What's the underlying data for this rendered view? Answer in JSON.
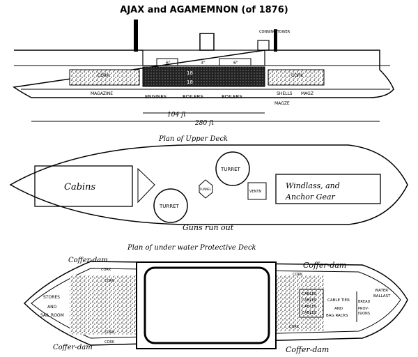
{
  "title": "AJAX and AGAMEMNON (of 1876)",
  "profile": {
    "conning_tower": "CONNING TOWER",
    "cork_left": "CORK",
    "cork_right": "CORK",
    "magazine": "MAGAZINE",
    "engines": "ENGINES",
    "boilers1": "BOILERS",
    "boilers2": "BOILERS",
    "shells": "SHELLS",
    "magz": "MAGZ",
    "magz2": "MAGZE",
    "armor_18a": "18",
    "armor_18b": "18",
    "armor_3": "3\"",
    "armor_6a": "6\"",
    "armor_6b": "6\"",
    "dim_104": "104 ft",
    "dim_280": "280 ft"
  },
  "upper_deck": {
    "title": "Plan of Upper Deck",
    "cabins": "Cabins",
    "turret_fore": "TURRET",
    "turret_aft": "TURRET",
    "funnel": "FUNNEL",
    "ventilator": "VENTN",
    "windlass1": "Windlass, and",
    "windlass2": "Anchor Gear",
    "guns": "Guns run out"
  },
  "protective_deck": {
    "title": "Plan of under water Protective Deck",
    "coffer_tl": "Coffer-dam",
    "coffer_tr": "Coffer-dam",
    "coffer_bl": "Coffer-dam",
    "coffer_br": "Coffer-dam",
    "cork_labels": [
      "CORK",
      "CORK",
      "CORK",
      "CORK",
      "CORK",
      "CORK"
    ],
    "stores1": "STORES",
    "stores2": "AND",
    "stores3": "SAIL ROOM",
    "cables": [
      "CABLES",
      "CABLES",
      "CABLES",
      "CABLES"
    ],
    "cable_tier": "CABLE TIER",
    "and": "AND",
    "bag_racks": "BAG RACKS",
    "bread": "BREAD",
    "prov1": "PROV-",
    "prov2": "ISIONS",
    "water1": "WATER",
    "water2": "BALLAST"
  }
}
